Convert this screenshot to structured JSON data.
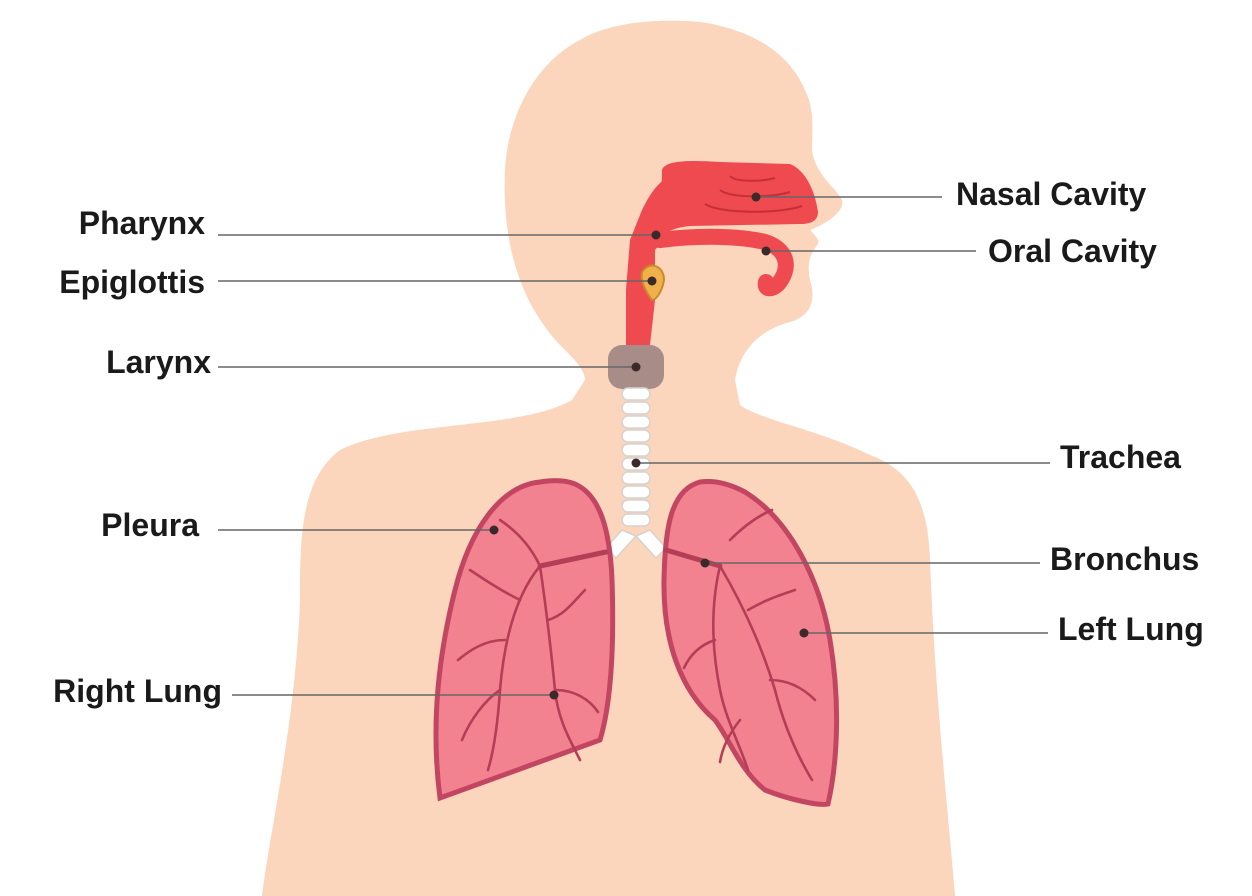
{
  "labels": {
    "nasal_cavity": "Nasal Cavity",
    "oral_cavity": "Oral Cavity",
    "pharynx": "Pharynx",
    "epiglottis": "Epiglottis",
    "larynx": "Larynx",
    "trachea": "Trachea",
    "pleura": "Pleura",
    "bronchus": "Bronchus",
    "left_lung": "Left Lung",
    "right_lung": "Right Lung"
  },
  "colors": {
    "skin": "#fbd5bc",
    "airway": "#ef4a4f",
    "airway_dark": "#d83a40",
    "larynx": "#a88c88",
    "trachea_ring": "#ffffff",
    "lung_fill": "#f2828f",
    "lung_outline": "#c24662",
    "epiglottis": "#f0b04a"
  }
}
